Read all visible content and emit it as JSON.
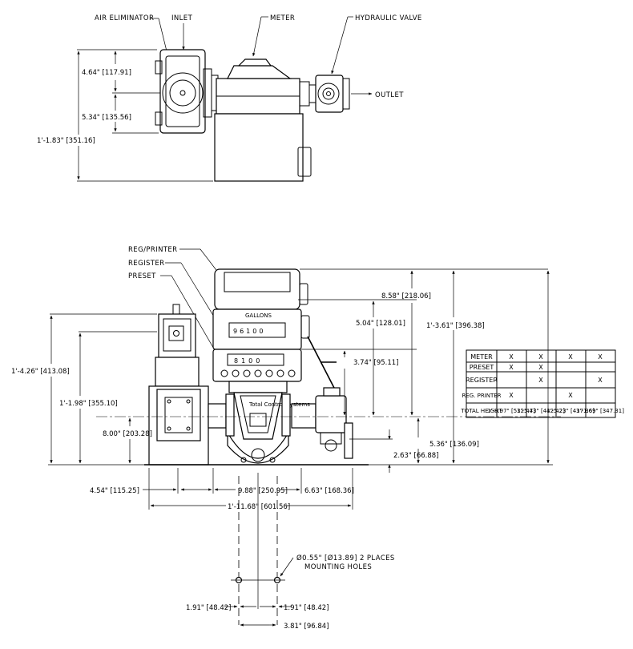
{
  "top_view": {
    "labels": {
      "air_eliminator": "AIR ELIMINATOR",
      "inlet": "INLET",
      "meter": "METER",
      "hydraulic_valve": "HYDRAULIC VALVE",
      "outlet": "OUTLET"
    },
    "dims": {
      "upper": "4.64\" [117.91]",
      "lower": "5.34\" [135.56]",
      "overall": "1'-1.83\" [351.16]"
    }
  },
  "front_view": {
    "labels": {
      "reg_printer": "REG/PRINTER",
      "register": "REGISTER",
      "preset": "PRESET",
      "gallons": "GALLONS",
      "register_digits": "96100",
      "preset_digits": "8100",
      "brand": "Total Control Systems"
    },
    "dims": {
      "reg_printer_height": "8.58\" [218.06]",
      "register_height": "5.04\" [128.01]",
      "preset_height": "3.74\" [95.11]",
      "right_overall": "1'-3.61\" [396.38]",
      "left_overall": "1'-4.26\" [413.08]",
      "left_mid": "1'-1.98\" [355.10]",
      "inlet_height": "8.00\" [203.28]",
      "outlet_height": "5.36\" [136.09]",
      "base_height": "2.63\" [66.88]",
      "bottom_left": "4.54\" [115.25]",
      "bottom_center": "9.88\" [250.95]",
      "bottom_right": "6.63\" [168.36]",
      "overall_width": "1'-11.68\" [601.56]"
    }
  },
  "config_table": {
    "rows": [
      {
        "label": "METER",
        "cells": [
          "X",
          "X",
          "X",
          "X"
        ]
      },
      {
        "label": "PRESET",
        "cells": [
          "X",
          "X",
          "",
          ""
        ]
      },
      {
        "label": "REGISTER",
        "cells": [
          "",
          "X",
          "",
          "X"
        ]
      },
      {
        "label": "REG. PRINTER",
        "cells": [
          "X",
          "",
          "X",
          ""
        ]
      },
      {
        "label": "TOTAL HEIGHT",
        "cells": [
          "1'-8.97\" [532.47]",
          "1'-5.43\" [442.42]",
          "1'-5.23\" [437.36]",
          "1'-1.69\" [347.31]"
        ]
      }
    ]
  },
  "mounting": {
    "note_line1": "Ø0.55\" [Ø13.89] 2 PLACES",
    "note_line2": "MOUNTING HOLES",
    "dim_left": "1.91\" [48.42]",
    "dim_right": "1.91\" [48.42]",
    "dim_total": "3.81\" [96.84]"
  }
}
